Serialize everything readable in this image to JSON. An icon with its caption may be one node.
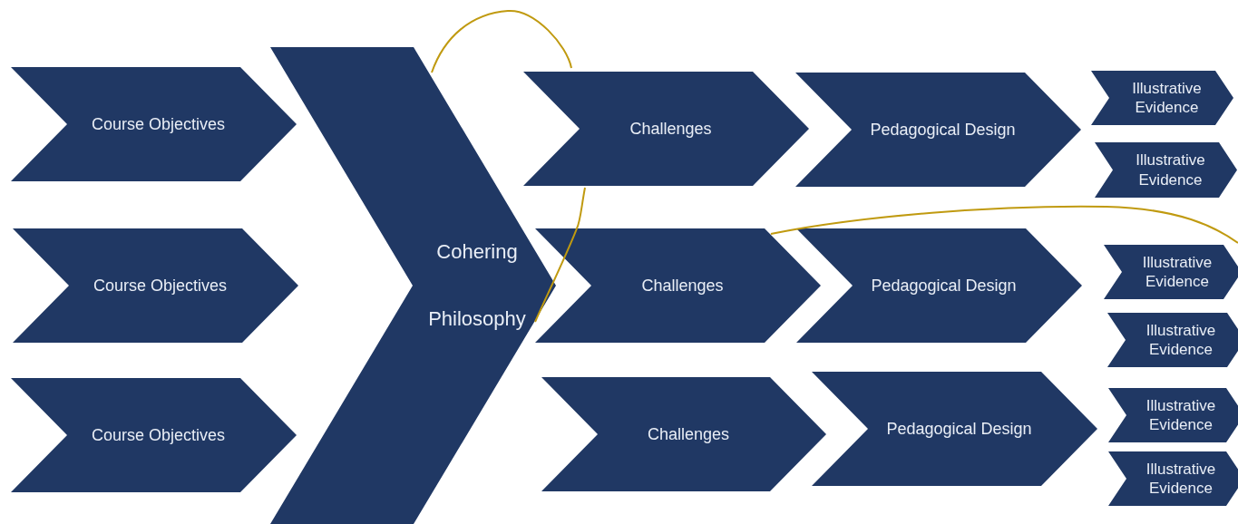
{
  "diagram": {
    "nodes": [
      {
        "text": [
          "Course Objectives"
        ]
      },
      {
        "text": [
          "Course Objectives"
        ]
      },
      {
        "text": [
          "Course Objectives"
        ]
      },
      {
        "text": [
          "Cohering Philosophy"
        ]
      },
      {
        "text": [
          "Challenges"
        ]
      },
      {
        "text": [
          "Pedagogical Design"
        ]
      },
      {
        "text": [
          "Illustrative Evidence"
        ]
      },
      {
        "text": [
          "Illustrative Evidence"
        ]
      },
      {
        "text": [
          "Challenges"
        ]
      },
      {
        "text": [
          "Pedagogical Design"
        ]
      },
      {
        "text": [
          "Illustrative Evidence"
        ]
      },
      {
        "text": [
          "Illustrative Evidence"
        ]
      },
      {
        "text": [
          "Challenges"
        ]
      },
      {
        "text": [
          "Pedagogical Design"
        ]
      },
      {
        "text": [
          "Illustrative Evidence"
        ]
      },
      {
        "text": [
          "Illustrative Evidence"
        ]
      }
    ]
  }
}
